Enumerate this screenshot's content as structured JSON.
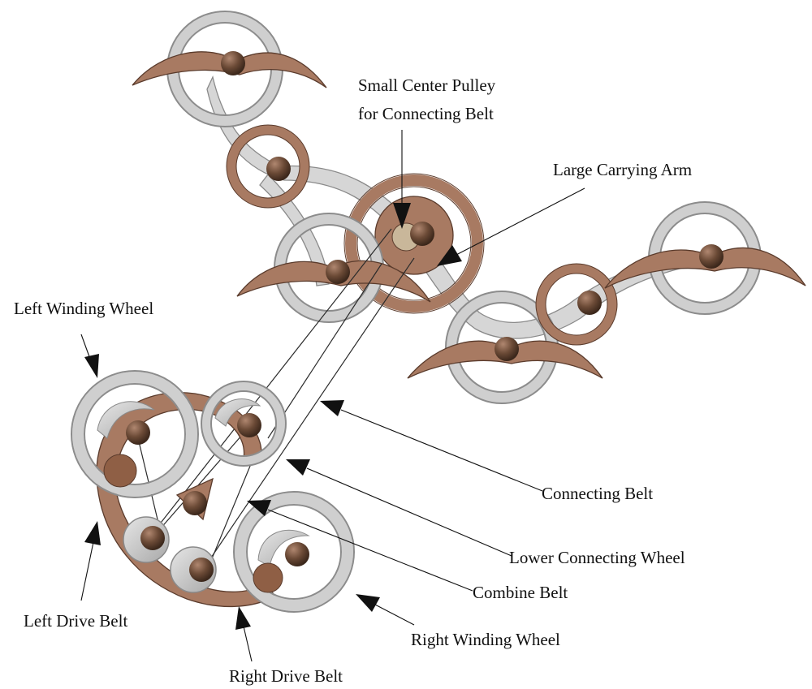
{
  "labels": {
    "small_center_pulley_line1": "Small Center Pulley",
    "small_center_pulley_line2": "for Connecting Belt",
    "large_carrying_arm": "Large Carrying Arm",
    "left_winding_wheel": "Left Winding Wheel",
    "connecting_belt": "Connecting Belt",
    "lower_connecting_wheel": "Lower Connecting Wheel",
    "combine_belt": "Combine Belt",
    "left_drive_belt": "Left Drive Belt",
    "right_winding_wheel": "Right Winding Wheel",
    "right_drive_belt": "Right Drive Belt"
  },
  "colors": {
    "bronze": "#a87a62",
    "steel": "#d2d2d2",
    "knob": "#6b4a36",
    "line": "#111111"
  }
}
